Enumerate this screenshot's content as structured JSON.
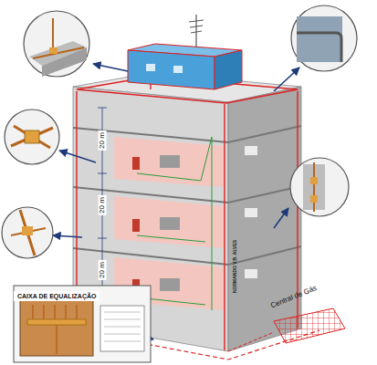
{
  "diagram": {
    "nodes": [
      {
        "text": [
          "CAIXA DE EQUALIZAÇÃO"
        ]
      }
    ],
    "labels": [
      "20 m",
      "20 m",
      "20 m",
      "Central de Gás",
      "NORMANDO V.B. ALVES"
    ]
  }
}
